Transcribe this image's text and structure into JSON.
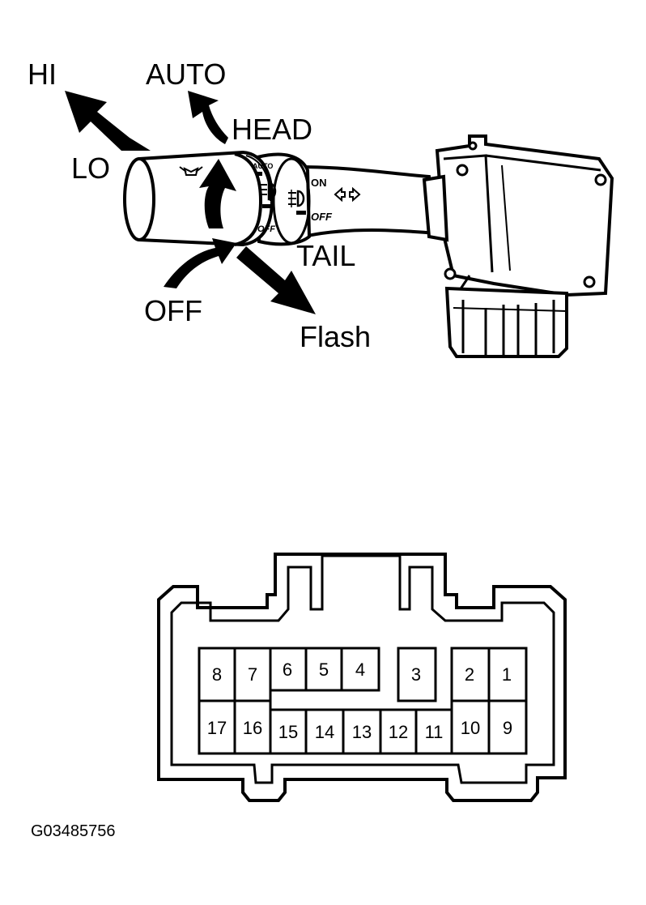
{
  "switch_labels": {
    "hi": "HI",
    "auto": "AUTO",
    "head": "HEAD",
    "lo": "LO",
    "tail": "TAIL",
    "off": "OFF",
    "flash": "Flash"
  },
  "collar_markings": {
    "on": "ON",
    "off": "OFF",
    "ring_off": "OFF",
    "auto_small": "AUTO"
  },
  "connector": {
    "pins": [
      "1",
      "2",
      "3",
      "4",
      "5",
      "6",
      "7",
      "8",
      "9",
      "10",
      "11",
      "12",
      "13",
      "14",
      "15",
      "16",
      "17"
    ]
  },
  "figure_id": "G03485756"
}
